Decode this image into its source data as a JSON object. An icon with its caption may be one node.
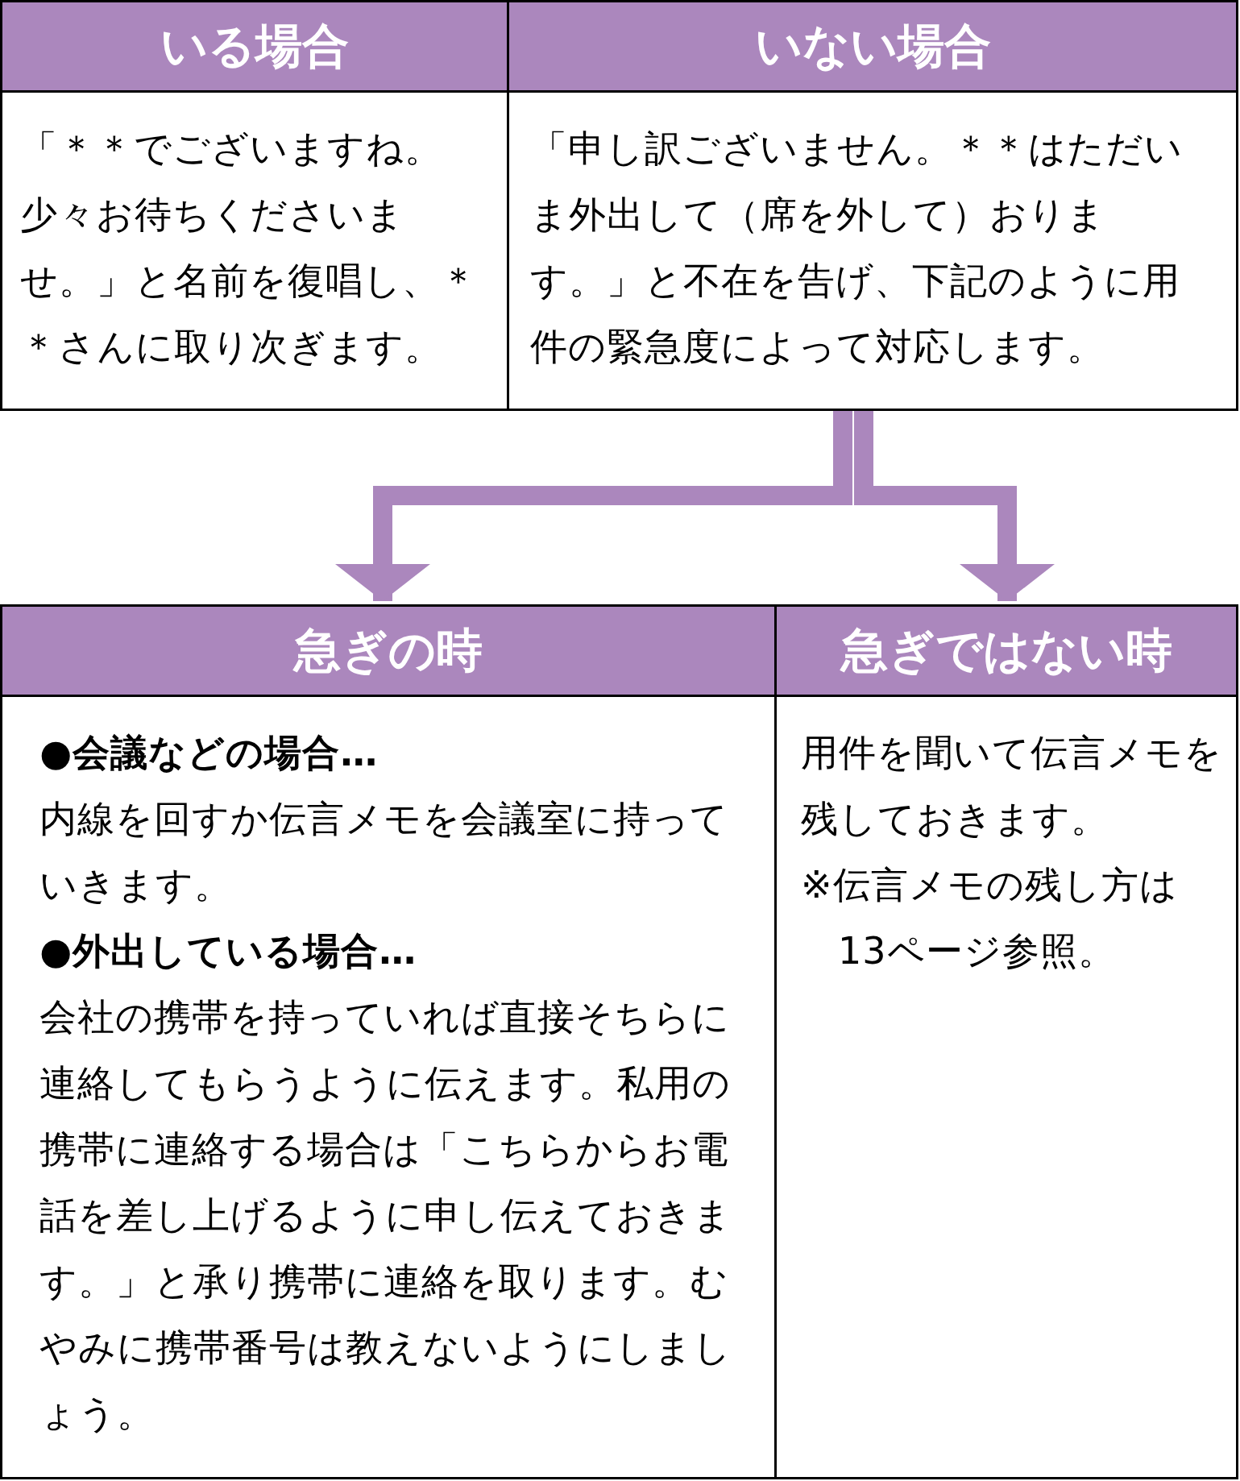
{
  "diagram": {
    "nodes": [
      {
        "text": [
          "いる場合",
          "「＊＊でございますね。少々お待ちくださいませ。」と名前を復唱し、＊＊さんに取り次ぎます。"
        ]
      },
      {
        "text": [
          "いない場合",
          "「申し訳ございません。＊＊はただいま外出して（席を外して）おります。」と不在を告げ、下記のように用件の緊急度によって対応します。"
        ]
      },
      {
        "text": [
          "急ぎの時",
          "●会議などの場合…",
          "内線を回すか伝言メモを会議室に持っていきます。",
          "●外出している場合…",
          "会社の携帯を持っていれば直接そちらに連絡してもらうように伝えます。私用の携帯に連絡する場合は「こちらからお電話を差し上げるように申し伝えておきます。」と承り携帯に連絡を取ります。むやみに携帯番号は教えないようにしましょう。"
        ]
      },
      {
        "text": [
          "急ぎではない時",
          "用件を聞いて伝言メモを残しておきます。",
          "※伝言メモの残し方は13ページ参照。"
        ]
      }
    ],
    "edges": [
      {
        "from": 1,
        "to": 2,
        "arrow": "to"
      },
      {
        "from": 1,
        "to": 3,
        "arrow": "to"
      }
    ]
  }
}
